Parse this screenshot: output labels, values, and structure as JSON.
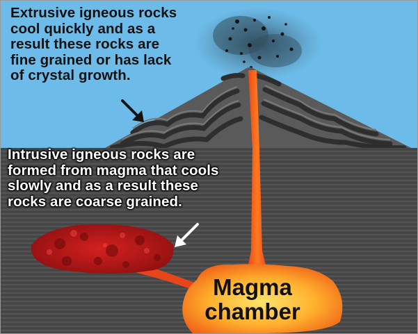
{
  "labels": {
    "extrusive": "Extrusive igneous rocks\ncool quickly and as a\nresult these rocks are\nfine grained or has lack\nof crystal growth.",
    "intrusive": "Intrusive igneous rocks are\nformed from magma that cools\nslowly and as a result these\nrocks are coarse grained.",
    "magma_chamber": "Magma\nchamber"
  },
  "icons": {
    "extrusive_arrow": "arrow-down-right-icon",
    "intrusive_arrow": "arrow-down-left-icon"
  },
  "colors": {
    "sky": "#6dbbe8",
    "ground": "#4a4a4a",
    "volcano_layers": "#3c3c3c",
    "magma": "#f26a1b",
    "magma_core": "#ffd84a",
    "intrusion": "#b51818",
    "ash": "#2f4858"
  }
}
